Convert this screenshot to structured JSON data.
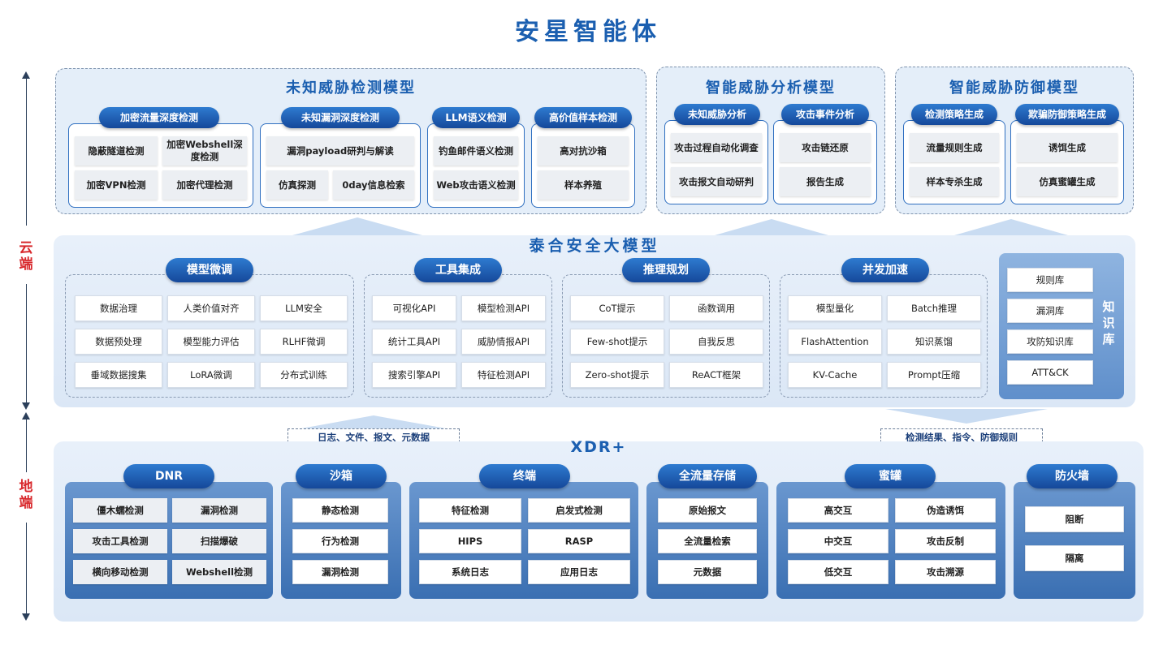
{
  "title": "安星智能体",
  "side": {
    "cloud": "云端",
    "ground": "地端"
  },
  "top": {
    "unknown": {
      "title": "未知威胁检测模型",
      "groups": [
        {
          "label": "加密流量深度检测",
          "items": [
            "隐蔽隧道检测",
            "加密Webshell深度检测",
            "加密VPN检测",
            "加密代理检测"
          ]
        },
        {
          "label": "未知漏洞深度检测",
          "items": [
            "漏洞payload研判与解读",
            "仿真探测",
            "0day信息检索"
          ]
        },
        {
          "label": "LLM语义检测",
          "items": [
            "钓鱼邮件语义检测",
            "Web攻击语义检测"
          ]
        },
        {
          "label": "高价值样本检测",
          "items": [
            "高对抗沙箱",
            "样本养殖"
          ]
        }
      ]
    },
    "analysis": {
      "title": "智能威胁分析模型",
      "groups": [
        {
          "label": "未知威胁分析",
          "items": [
            "攻击过程自动化调查",
            "攻击报文自动研判"
          ]
        },
        {
          "label": "攻击事件分析",
          "items": [
            "攻击链还原",
            "报告生成"
          ]
        }
      ]
    },
    "defense": {
      "title": "智能威胁防御模型",
      "groups": [
        {
          "label": "检测策略生成",
          "items": [
            "流量规则生成",
            "样本专杀生成"
          ]
        },
        {
          "label": "欺骗防御策略生成",
          "items": [
            "诱饵生成",
            "仿真蜜罐生成"
          ]
        }
      ]
    }
  },
  "middle": {
    "title": "泰合安全大模型",
    "groups": [
      {
        "label": "模型微调",
        "items": [
          "数据治理",
          "人类价值对齐",
          "LLM安全",
          "数据预处理",
          "模型能力评估",
          "RLHF微调",
          "垂域数据搜集",
          "LoRA微调",
          "分布式训练"
        ]
      },
      {
        "label": "工具集成",
        "items": [
          "可视化API",
          "模型检测API",
          "统计工具API",
          "威胁情报API",
          "搜索引擎API",
          "特征检测API"
        ]
      },
      {
        "label": "推理规划",
        "items": [
          "CoT提示",
          "函数调用",
          "Few-shot提示",
          "自我反思",
          "Zero-shot提示",
          "ReACT框架"
        ]
      },
      {
        "label": "并发加速",
        "items": [
          "模型量化",
          "Batch推理",
          "FlashAttention",
          "知识蒸馏",
          "KV-Cache",
          "Prompt压缩"
        ]
      }
    ],
    "kb": {
      "title": "知识库",
      "items": [
        "规则库",
        "漏洞库",
        "攻防知识库",
        "ATT&CK"
      ]
    }
  },
  "flows": {
    "up": "日志、文件、报文、元数据",
    "down": "检测结果、指令、防御规则"
  },
  "bottom": {
    "title": "XDR+",
    "groups": [
      {
        "label": "DNR",
        "items": [
          "僵木蠕检测",
          "漏洞检测",
          "攻击工具检测",
          "扫描爆破",
          "横向移动检测",
          "Webshell检测"
        ]
      },
      {
        "label": "沙箱",
        "items": [
          "静态检测",
          "行为检测",
          "漏洞检测"
        ]
      },
      {
        "label": "终端",
        "items": [
          "特征检测",
          "启发式检测",
          "HIPS",
          "RASP",
          "系统日志",
          "应用日志"
        ]
      },
      {
        "label": "全流量存储",
        "items": [
          "原始报文",
          "全流量检索",
          "元数据"
        ]
      },
      {
        "label": "蜜罐",
        "items": [
          "高交互",
          "伪造诱饵",
          "中交互",
          "攻击反制",
          "低交互",
          "攻击溯源"
        ]
      },
      {
        "label": "防火墙",
        "items": [
          "阻断",
          "隔离"
        ]
      }
    ]
  },
  "colors": {
    "primary": "#1b5fb0",
    "pill": "#15489a",
    "side": "#d8282c"
  }
}
